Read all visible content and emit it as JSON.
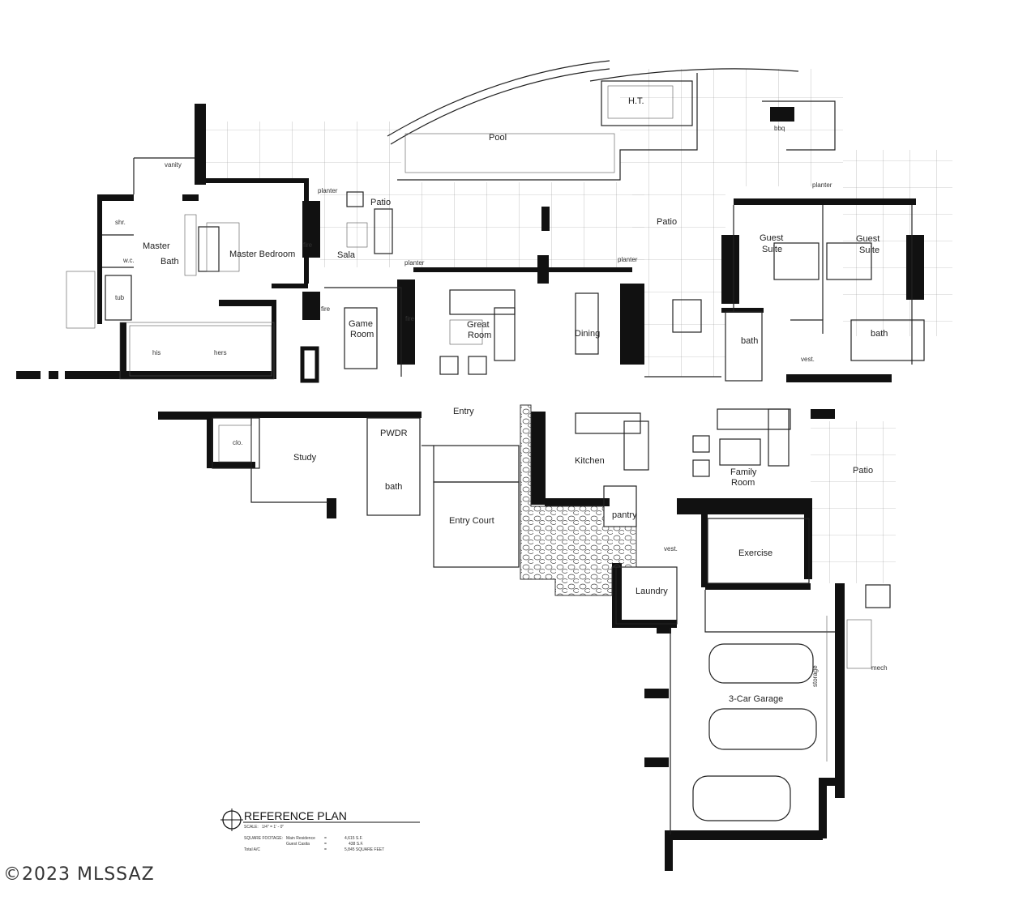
{
  "plan": {
    "title": "REFERENCE PLAN",
    "scale_label": "SCALE:",
    "scale_value": "1/4\" = 1' - 0\"",
    "sqft_label": "SQUARE FOOTAGE:",
    "main_residence_label": "Main Residence",
    "main_residence_value": "4,615 S.F.",
    "guest_casita_label": "Guest Casita",
    "guest_casita_value": "438 S.F.",
    "total_label": "Total A/C",
    "total_value": "5,845 SQUARE FEET",
    "eq": "="
  },
  "rooms": {
    "pool": "Pool",
    "ht": "H.T.",
    "bbq": "bbq",
    "vanity": "vanity",
    "shr": "shr.",
    "master": "Master",
    "bath": "Bath",
    "wc": "w.c.",
    "tub": "tub",
    "master_bedroom": "Master Bedroom",
    "his": "his",
    "hers": "hers",
    "planter_1": "planter",
    "planter_2": "planter",
    "planter_3": "planter",
    "planter_4": "planter",
    "patio_1": "Patio",
    "patio_2": "Patio",
    "patio_3": "Patio",
    "sala": "Sala",
    "fire_1": "fire",
    "fire_2": "fire",
    "fire_3": "fire",
    "game": "Game",
    "game_room": "Room",
    "great": "Great",
    "great_room": "Room",
    "dining": "Dining",
    "guest": "Guest",
    "suite": "Suite",
    "guest2": "Guest",
    "suite2": "Suite",
    "bath_guest1": "bath",
    "bath_guest2": "bath",
    "vest_1": "vest.",
    "vest_2": "vest.",
    "entry": "Entry",
    "clo": "clo.",
    "study": "Study",
    "pwdr": "PWDR",
    "bath_study": "bath",
    "entry_court": "Entry Court",
    "kitchen": "Kitchen",
    "pantry": "pantry",
    "family": "Family",
    "family_room": "Room",
    "exercise": "Exercise",
    "laundry": "Laundry",
    "garage": "3-Car Garage",
    "storage": "storage",
    "mech": "mech"
  },
  "watermark": "©2023 MLSSAZ"
}
